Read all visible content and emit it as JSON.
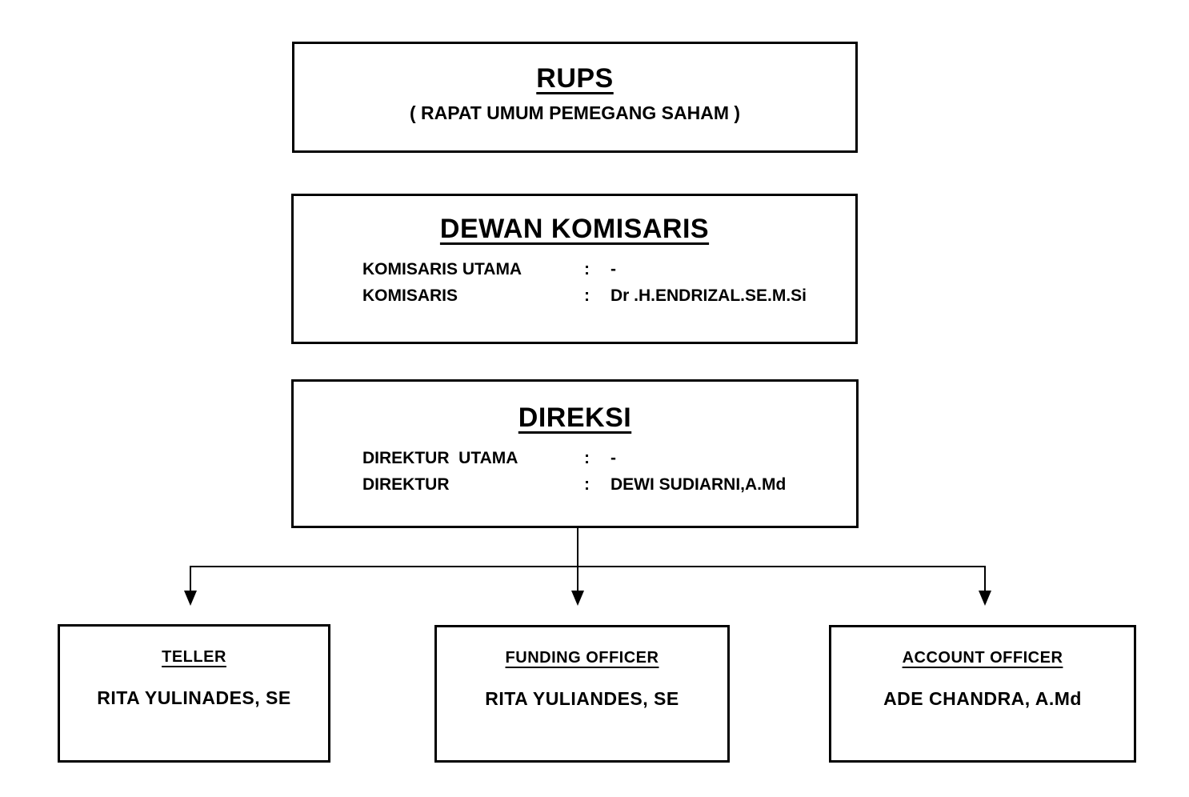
{
  "colors": {
    "ink": "#000000",
    "paper": "#ffffff"
  },
  "org": {
    "rups": {
      "title": "RUPS",
      "subtitle": "( RAPAT UMUM PEMEGANG SAHAM )"
    },
    "dewan_komisaris": {
      "title": "DEWAN KOMISARIS",
      "rows": [
        {
          "label": "KOMISARIS UTAMA",
          "sep": ":",
          "value": "-"
        },
        {
          "label": "KOMISARIS",
          "sep": ":",
          "value": "Dr .H.ENDRIZAL.SE.M.Si"
        }
      ]
    },
    "direksi": {
      "title": "DIREKSI",
      "rows": [
        {
          "label": "DIREKTUR  UTAMA",
          "sep": ":",
          "value": "-"
        },
        {
          "label": "DIREKTUR",
          "sep": ":",
          "value": "DEWI SUDIARNI,A.Md"
        }
      ]
    },
    "teller": {
      "title": "TELLER",
      "name": "RITA YULINADES, SE"
    },
    "funding_officer": {
      "title": "FUNDING OFFICER",
      "name": "RITA YULIANDES, SE"
    },
    "account_officer": {
      "title": "ACCOUNT OFFICER",
      "name": "ADE CHANDRA, A.Md"
    }
  }
}
